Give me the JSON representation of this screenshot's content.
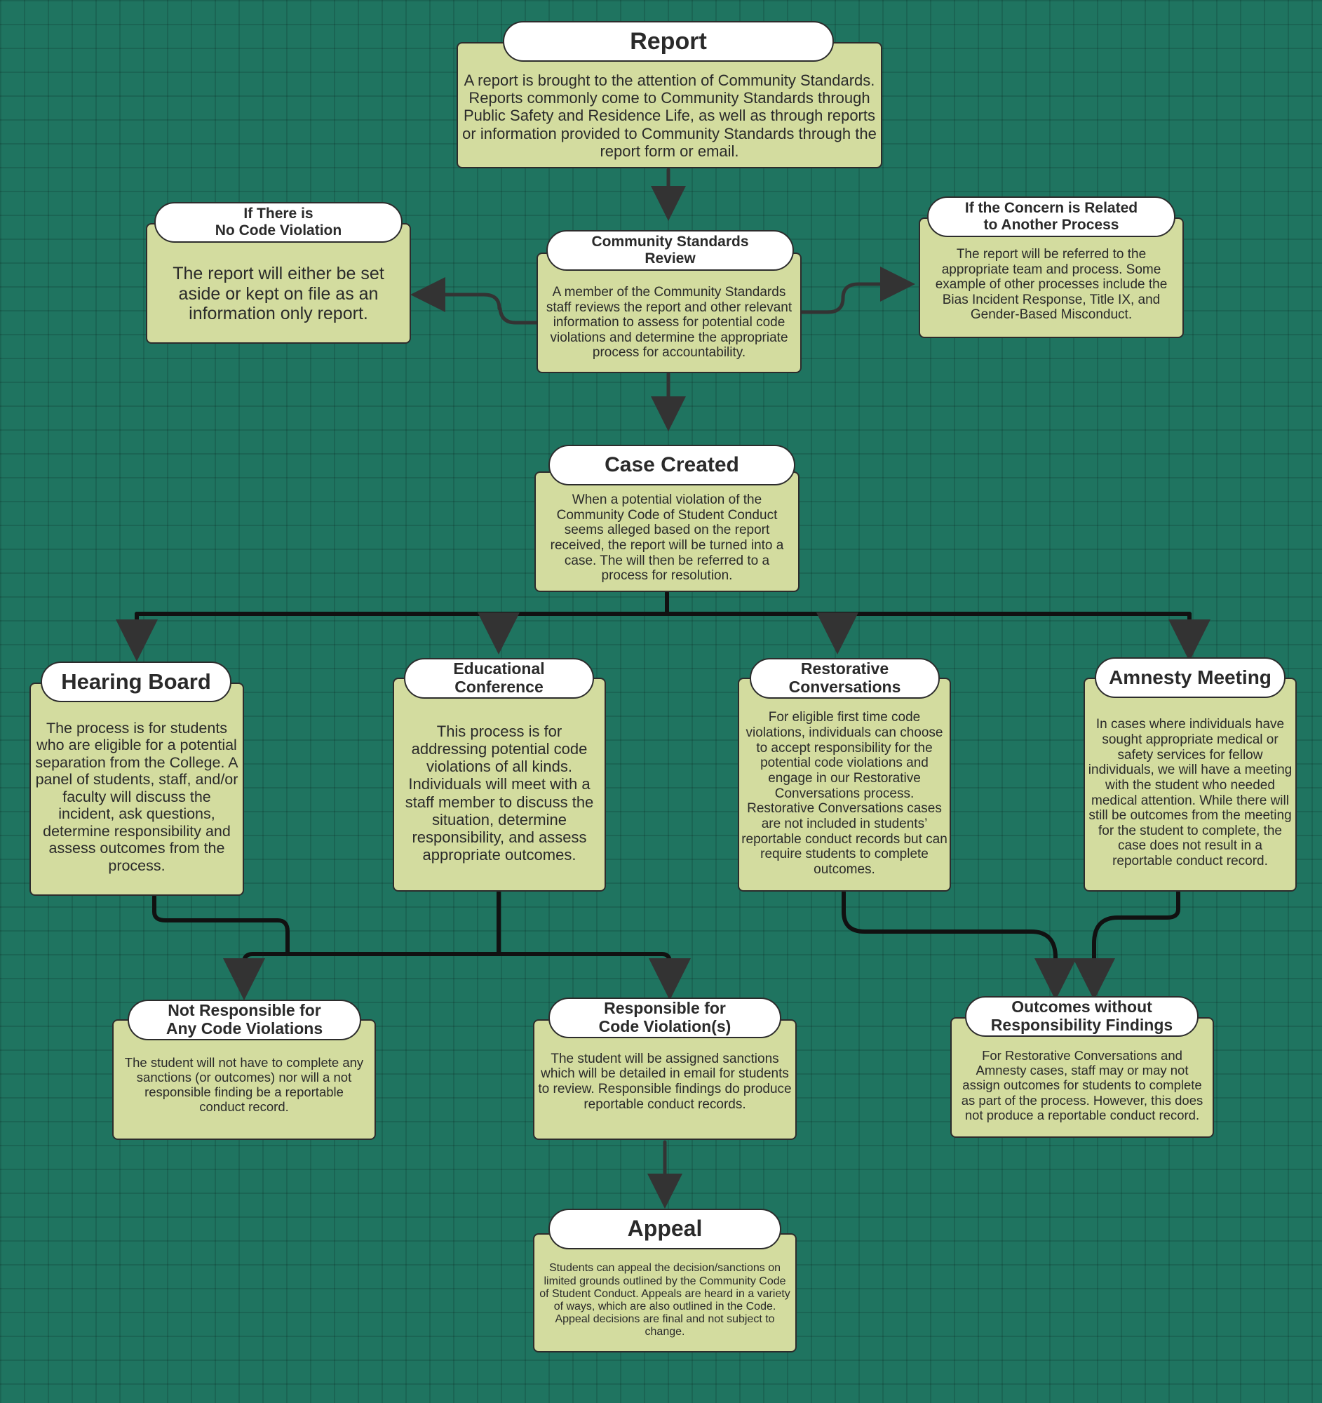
{
  "report": {
    "title": "Report",
    "text": "A report is brought to the attention of Community Standards. Reports commonly come to Community Standards through Public Safety and Residence Life, as well as through reports or information provided to Community Standards through the report form or email."
  },
  "review": {
    "title": "Community Standards\nReview",
    "text": "A member of the Community Standards staff reviews the report and other relevant information to assess for potential code violations and determine the appropriate process for accountability."
  },
  "no_violation": {
    "title": "If There is\nNo Code Violation",
    "text": "The report will either be set aside or kept on file as an information only report."
  },
  "another_process": {
    "title": "If the Concern is Related\nto Another Process",
    "text": "The report will be referred to the appropriate team and process. Some example of other processes include the Bias Incident Response, Title IX, and Gender-Based Misconduct."
  },
  "case_created": {
    "title": "Case Created",
    "text": "When a potential violation of the Community Code of Student Conduct seems alleged based on the report received, the report will be turned into a case. The will then be referred to a process for resolution."
  },
  "hearing_board": {
    "title": "Hearing Board",
    "text": "The process is for students who are eligible for a potential separation from the College. A panel of students, staff, and/or faculty will discuss the incident, ask questions, determine responsibility and assess outcomes from the process."
  },
  "educational_conference": {
    "title": "Educational\nConference",
    "text": "This process is for addressing potential code violations of all kinds. Individuals will meet with a staff member to discuss the situation, determine responsibility, and assess appropriate outcomes."
  },
  "restorative_conversations": {
    "title": "Restorative\nConversations",
    "text": "For eligible first time code violations, individuals can choose to accept responsibility for the potential code violations and engage in our Restorative Conversations process. Restorative Conversations cases are not included in students’ reportable conduct records but can require students to complete outcomes."
  },
  "amnesty_meeting": {
    "title": "Amnesty Meeting",
    "text": "In cases where individuals have sought appropriate medical or safety services for fellow individuals, we will have a meeting with the student who needed medical attention. While there will still be outcomes from the meeting for the student to complete, the case does not result in a reportable conduct record."
  },
  "not_responsible": {
    "title": "Not Responsible for\nAny Code Violations",
    "text": "The student will not have to complete any sanctions (or outcomes) nor will a not responsible finding be a reportable conduct record."
  },
  "responsible": {
    "title": "Responsible for\nCode Violation(s)",
    "text": "The student will be assigned sanctions which will be detailed in email for students to review. Responsible findings do produce reportable conduct records."
  },
  "outcomes_without": {
    "title": "Outcomes without\nResponsibility Findings",
    "text": "For Restorative Conversations and Amnesty cases, staff may or may not assign outcomes for students to complete as part of the process. However, this does not produce a reportable conduct record."
  },
  "appeal": {
    "title": "Appeal",
    "text": "Students can appeal the decision/sanctions on limited grounds outlined by the Community Code of Student Conduct. Appeals are heard in a variety of ways, which are also outlined in the Code. Appeal decisions are final and not subject to change."
  },
  "colors": {
    "background": "#1f7460",
    "box_fill": "#d3dc9f",
    "pill_fill": "#ffffff",
    "line": "#111111"
  }
}
